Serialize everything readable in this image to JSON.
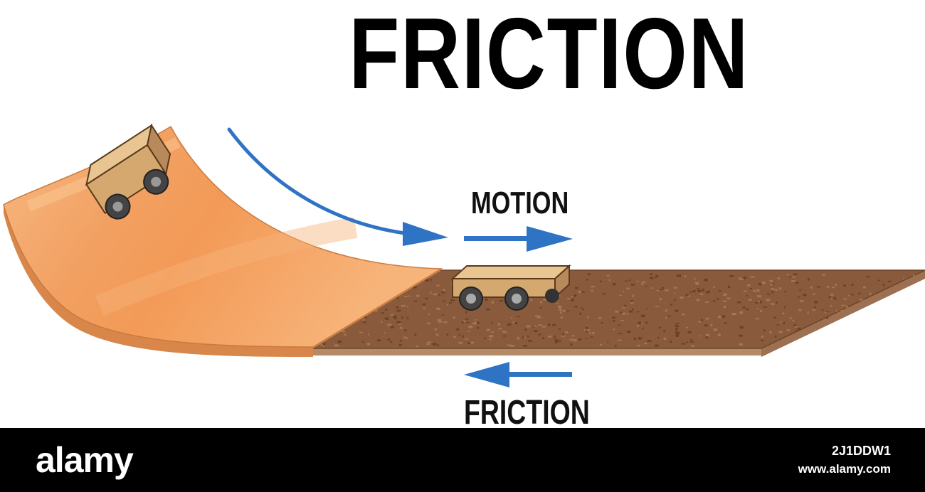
{
  "diagram": {
    "title": "FRICTION",
    "motion_label": "MOTION",
    "friction_label": "FRICTION",
    "colors": {
      "ramp_light": "#f6b77e",
      "ramp_mid": "#f39c5c",
      "ramp_edge": "#d07d44",
      "ground_top": "#8a5a3c",
      "ground_edge": "#b58a66",
      "cart_body": "#d9b27f",
      "cart_edge": "#5a3a1c",
      "wheel": "#555555",
      "arrow": "#2f73c4"
    },
    "icons": [
      "motion-arrow-icon",
      "friction-arrow-icon",
      "trajectory-arrow-icon",
      "cart-icon"
    ]
  },
  "footer": {
    "brand": "alamy",
    "image_id": "2J1DDW1",
    "site": "www.alamy.com"
  }
}
